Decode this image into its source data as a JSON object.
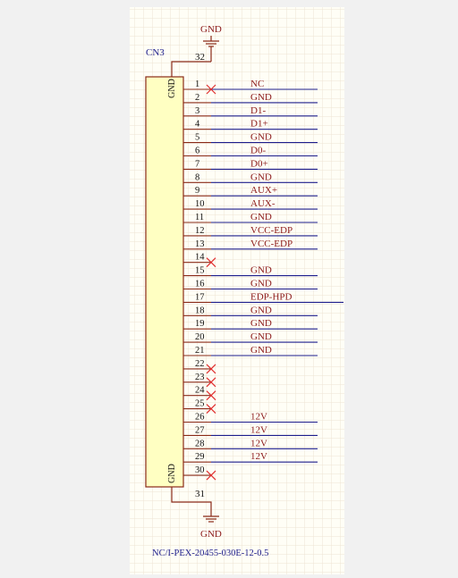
{
  "component": {
    "refdes": "CN3",
    "part_number": "NC/I-PEX-20455-030E-12-0.5",
    "body_gnd_label": "GND",
    "top_gnd_symbol_label": "GND",
    "bottom_gnd_symbol_label": "GND",
    "top_pin": {
      "number": "32"
    },
    "bottom_pin": {
      "number": "31"
    }
  },
  "pins": [
    {
      "number": "1",
      "net": "NC",
      "nc": true,
      "wire": "normal"
    },
    {
      "number": "2",
      "net": "GND",
      "nc": false,
      "wire": "normal"
    },
    {
      "number": "3",
      "net": "D1-",
      "nc": false,
      "wire": "normal"
    },
    {
      "number": "4",
      "net": "D1+",
      "nc": false,
      "wire": "normal"
    },
    {
      "number": "5",
      "net": "GND",
      "nc": false,
      "wire": "normal"
    },
    {
      "number": "6",
      "net": "D0-",
      "nc": false,
      "wire": "normal"
    },
    {
      "number": "7",
      "net": "D0+",
      "nc": false,
      "wire": "normal"
    },
    {
      "number": "8",
      "net": "GND",
      "nc": false,
      "wire": "normal"
    },
    {
      "number": "9",
      "net": "AUX+",
      "nc": false,
      "wire": "normal"
    },
    {
      "number": "10",
      "net": "AUX-",
      "nc": false,
      "wire": "normal"
    },
    {
      "number": "11",
      "net": "GND",
      "nc": false,
      "wire": "normal"
    },
    {
      "number": "12",
      "net": "VCC-EDP",
      "nc": false,
      "wire": "normal"
    },
    {
      "number": "13",
      "net": "VCC-EDP",
      "nc": false,
      "wire": "normal"
    },
    {
      "number": "14",
      "net": "",
      "nc": true,
      "wire": "none"
    },
    {
      "number": "15",
      "net": "GND",
      "nc": false,
      "wire": "normal"
    },
    {
      "number": "16",
      "net": "GND",
      "nc": false,
      "wire": "normal"
    },
    {
      "number": "17",
      "net": "EDP-HPD",
      "nc": false,
      "wire": "long"
    },
    {
      "number": "18",
      "net": "GND",
      "nc": false,
      "wire": "normal"
    },
    {
      "number": "19",
      "net": "GND",
      "nc": false,
      "wire": "normal"
    },
    {
      "number": "20",
      "net": "GND",
      "nc": false,
      "wire": "normal"
    },
    {
      "number": "21",
      "net": "GND",
      "nc": false,
      "wire": "normal"
    },
    {
      "number": "22",
      "net": "",
      "nc": true,
      "wire": "none"
    },
    {
      "number": "23",
      "net": "",
      "nc": true,
      "wire": "none"
    },
    {
      "number": "24",
      "net": "",
      "nc": true,
      "wire": "none"
    },
    {
      "number": "25",
      "net": "",
      "nc": true,
      "wire": "none"
    },
    {
      "number": "26",
      "net": "12V",
      "nc": false,
      "wire": "normal"
    },
    {
      "number": "27",
      "net": "12V",
      "nc": false,
      "wire": "normal"
    },
    {
      "number": "28",
      "net": "12V",
      "nc": false,
      "wire": "normal"
    },
    {
      "number": "29",
      "net": "12V",
      "nc": false,
      "wire": "normal"
    },
    {
      "number": "30",
      "net": "",
      "nc": true,
      "wire": "none"
    }
  ],
  "colors": {
    "page_background": "#f1f1f1",
    "sheet_background": "#fffef6",
    "grid_line": "#eee4d4",
    "body_fill": "#ffffc2",
    "body_stroke": "#8a2a18",
    "pin_line": "#8a2a18",
    "net_wire": "#1e1e8c",
    "net_label": "#8c1a1a",
    "pin_number": "#111111",
    "refdes_text": "#1e1e8c",
    "nc_cross": "#e03030",
    "gnd_symbol": "#8a2a18",
    "gnd_text": "#8c1a1a"
  }
}
